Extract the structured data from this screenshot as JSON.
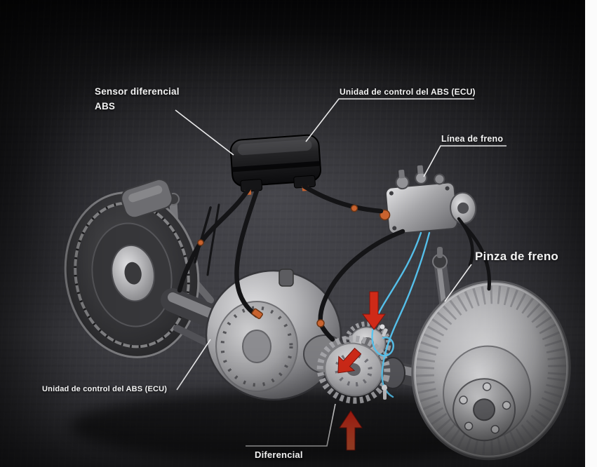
{
  "labels": {
    "sensor_line1": "Sensor diferencial",
    "sensor_line2": "ABS",
    "ecu_top": "Unidad de control del ABS (ECU)",
    "brake_line": "Línea de freno",
    "brake_caliper": "Pinza de freno",
    "ecu_bottom": "Unidad de control del ABS (ECU)",
    "differential": "Diferencial"
  },
  "colors": {
    "arrow_red": "#cf2a18",
    "brake_line_blue": "#57c6f2",
    "fitting_orange": "#c9632f",
    "label_text": "#f3f3f3"
  }
}
